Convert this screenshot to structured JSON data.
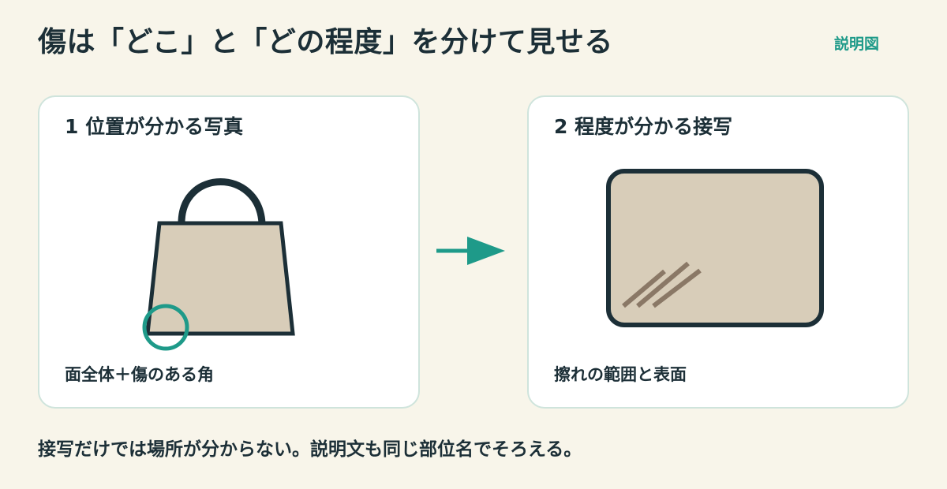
{
  "header": {
    "title": "傷は「どこ」と「どの程度」を分けて見せる",
    "tag": "説明図"
  },
  "steps": [
    {
      "heading": "1 位置が分かる写真",
      "caption": "面全体＋傷のある角",
      "illustration_icon": "handbag-icon",
      "marker_icon": "damage-circle-icon"
    },
    {
      "heading": "2 程度が分かる接写",
      "caption": "擦れの範囲と表面",
      "illustration_icon": "closeup-panel-icon",
      "marker_icon": "scratch-marks-icon"
    }
  ],
  "connector_icon": "right-arrow-icon",
  "footer": {
    "note": "接写だけでは場所が分からない。説明文も同じ部位名でそろえる。"
  },
  "colors": {
    "background": "#f8f5ea",
    "card": "#ffffff",
    "card_border": "#cfe4dc",
    "text": "#1c2f37",
    "accent": "#1e9a89",
    "material": "#d8cdb9",
    "scratch": "#8a7866"
  }
}
